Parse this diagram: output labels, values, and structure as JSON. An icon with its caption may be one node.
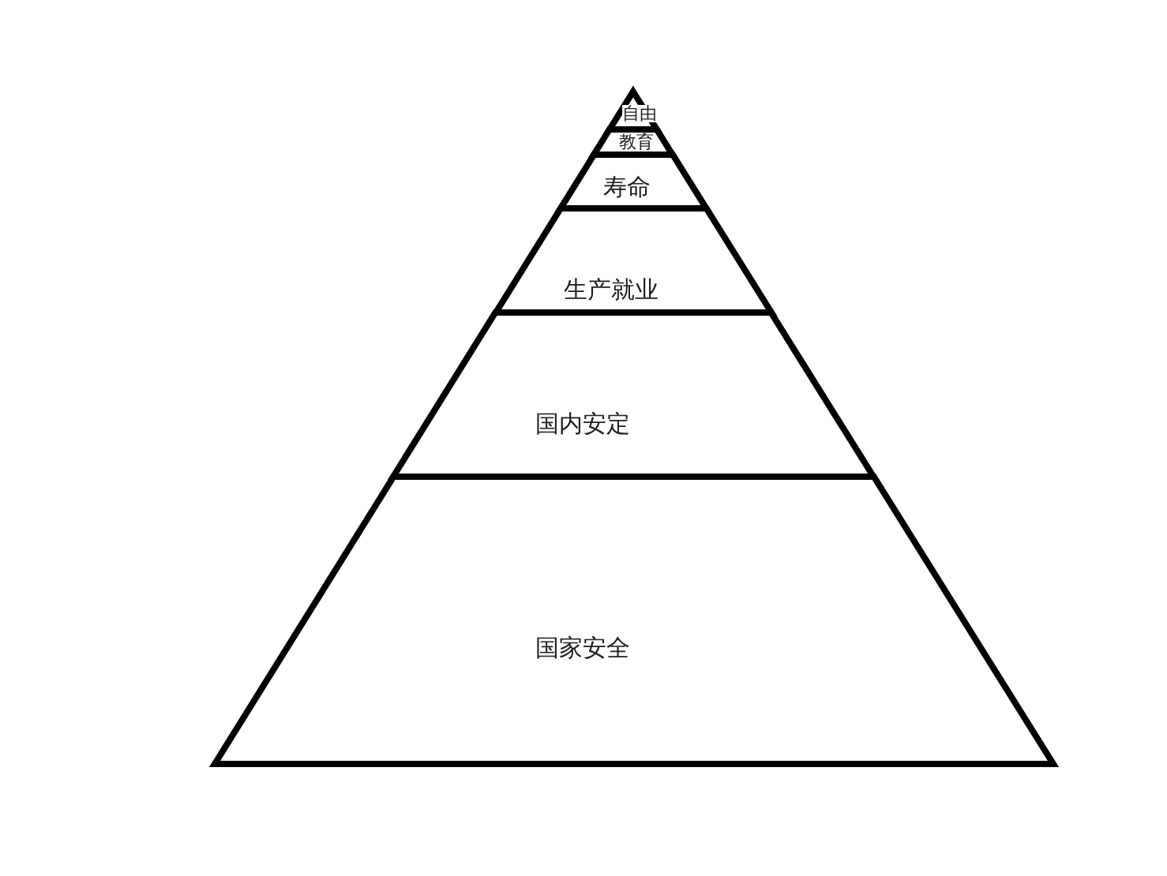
{
  "diagram": {
    "nodes": [
      {
        "text": [
          "自由"
        ]
      },
      {
        "text": [
          "教育"
        ]
      },
      {
        "text": [
          "寿命"
        ]
      },
      {
        "text": [
          "生产就业"
        ]
      },
      {
        "text": [
          "国内安定"
        ]
      },
      {
        "text": [
          "国家安全"
        ]
      }
    ]
  }
}
